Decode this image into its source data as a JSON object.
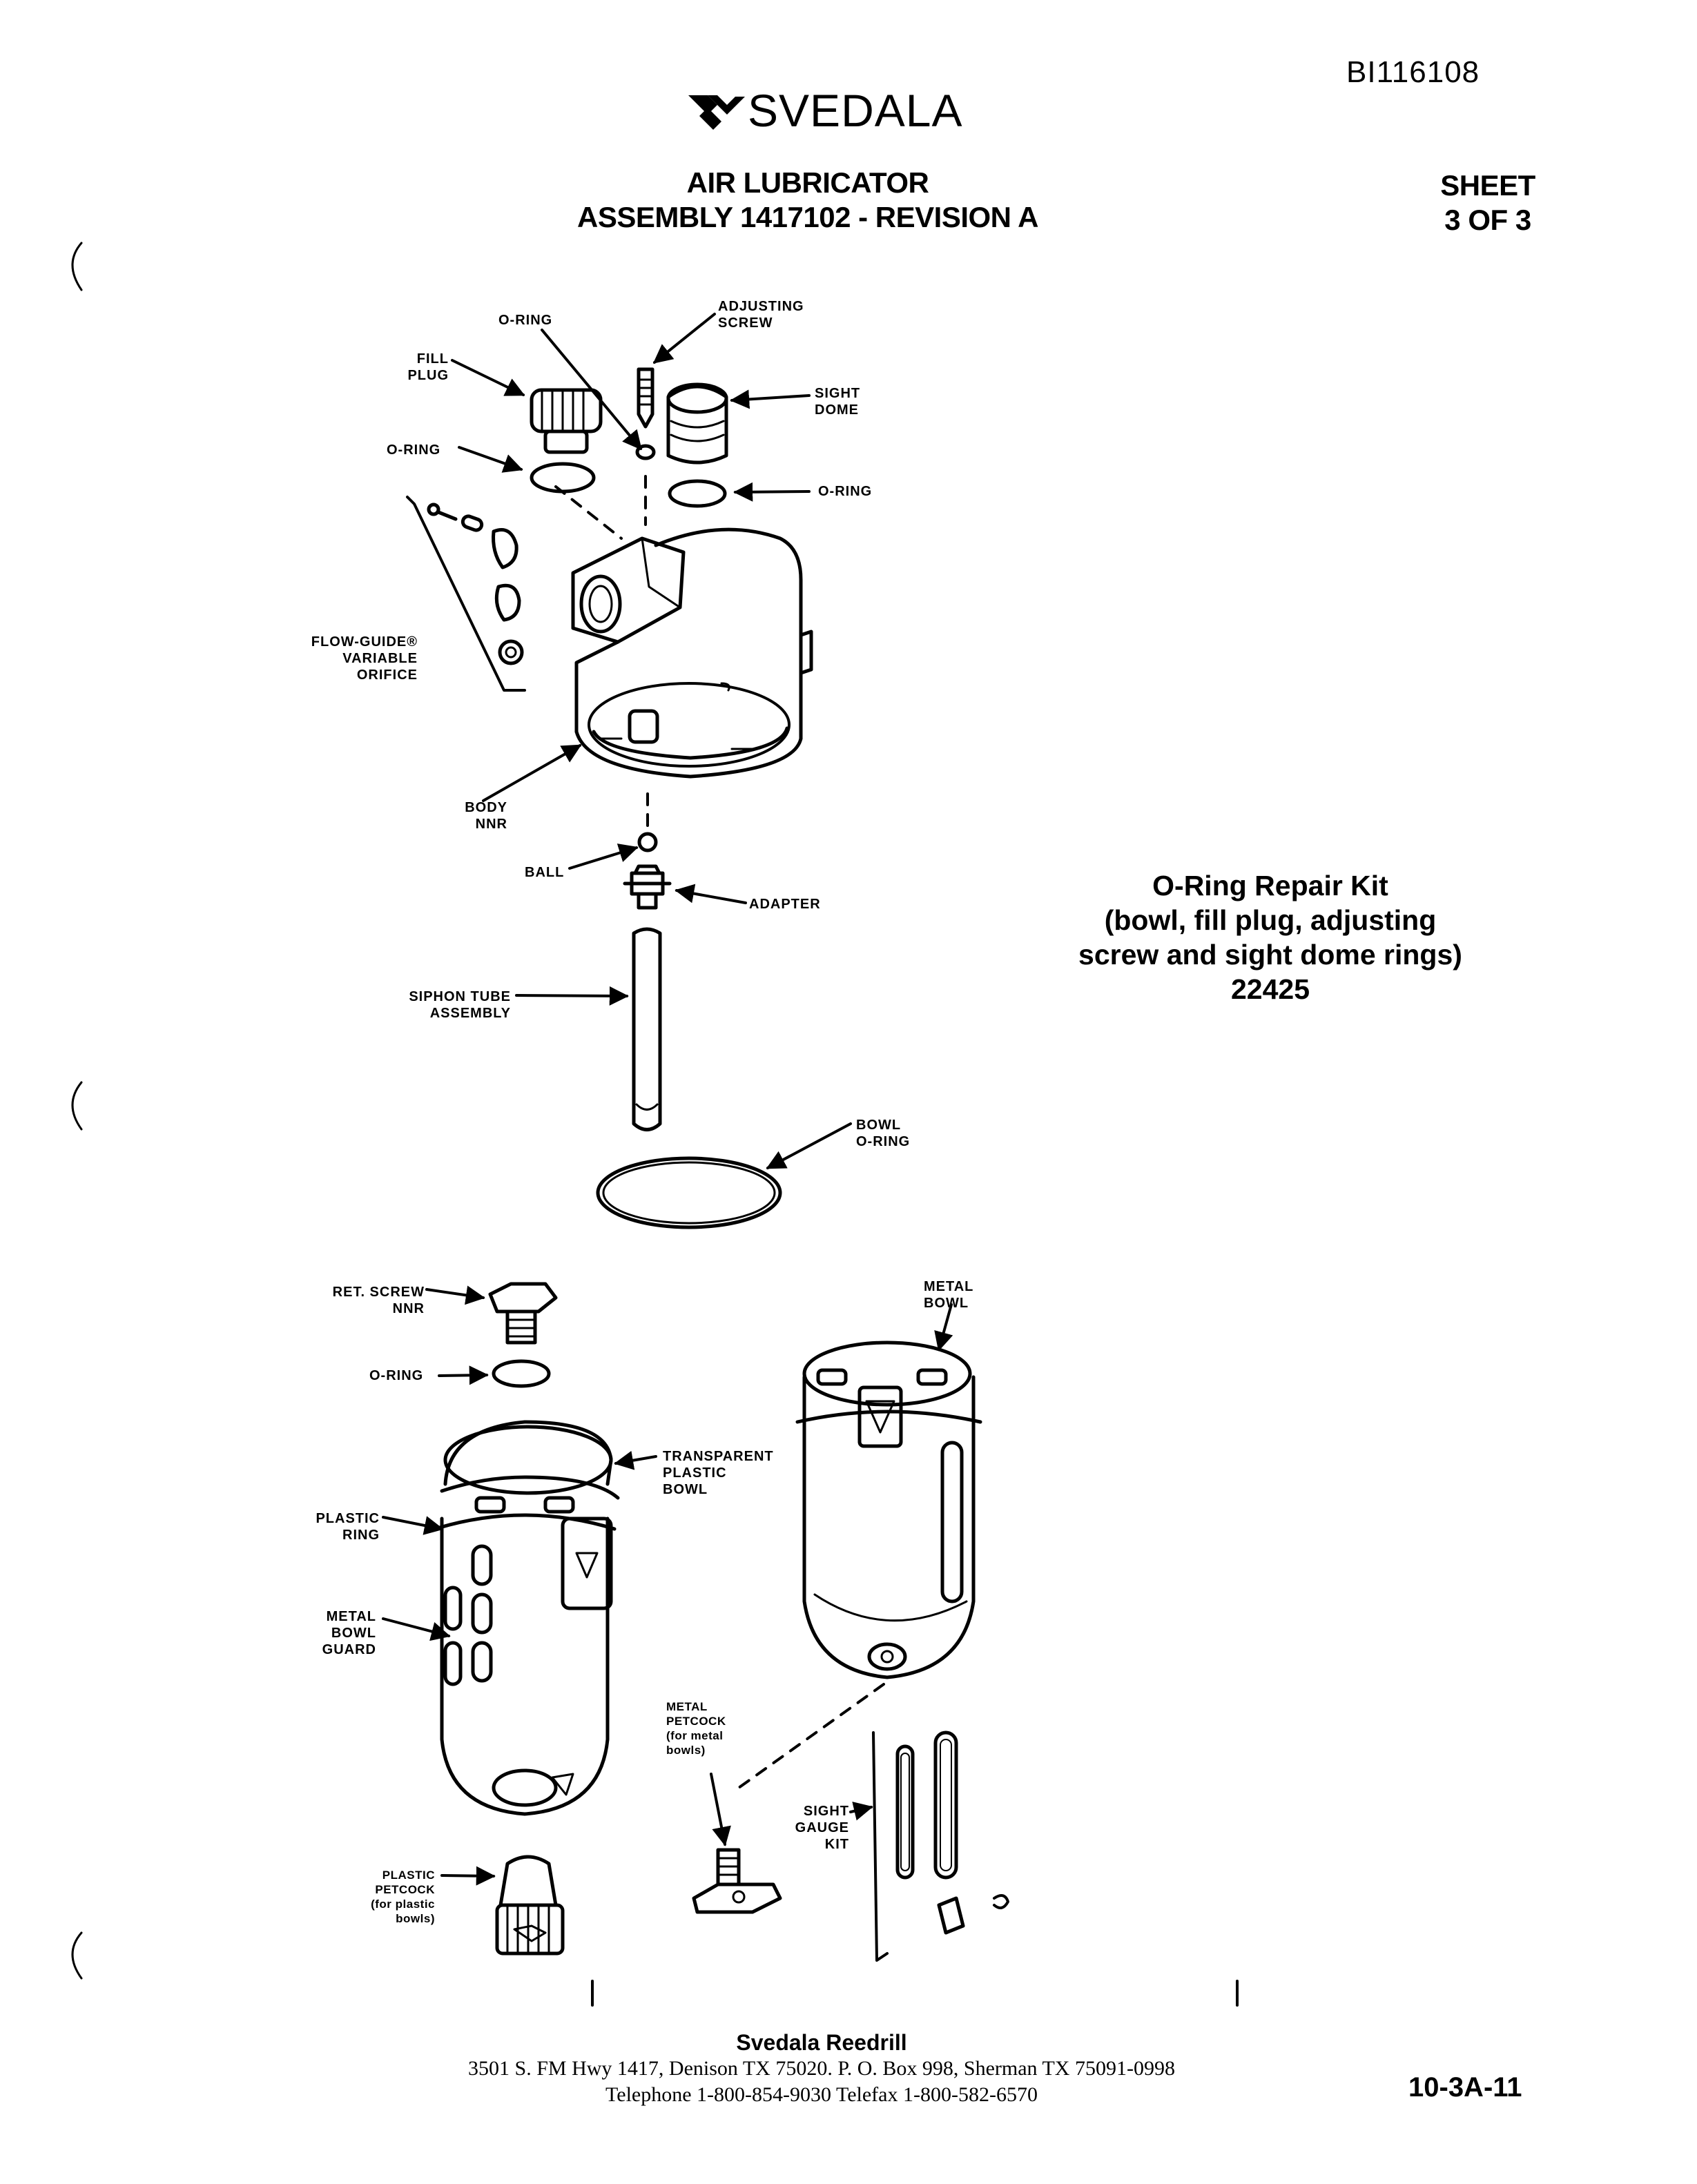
{
  "document_id": "BI116108",
  "brand": {
    "name": "SVEDALA"
  },
  "title": {
    "line1": "AIR LUBRICATOR",
    "line2": "ASSEMBLY 1417102 - REVISION A"
  },
  "sheet": {
    "line1": "SHEET",
    "line2": "3 OF 3"
  },
  "repair_kit": {
    "line1": "O-Ring Repair Kit",
    "line2": "(bowl, fill plug, adjusting",
    "line3": "screw and sight dome rings)",
    "part_number": "22425"
  },
  "labels": {
    "o_ring_top": [
      "O-RING"
    ],
    "adjusting_screw": [
      "ADJUSTING",
      "SCREW"
    ],
    "fill_plug": [
      "FILL",
      "PLUG"
    ],
    "sight_dome": [
      "SIGHT",
      "DOME"
    ],
    "o_ring_left": [
      "O-RING"
    ],
    "o_ring_right": [
      "O-RING"
    ],
    "flow_guide": [
      "FLOW-GUIDE®",
      "VARIABLE",
      "ORIFICE"
    ],
    "body": [
      "BODY",
      "NNR"
    ],
    "ball": [
      "BALL"
    ],
    "adapter": [
      "ADAPTER"
    ],
    "siphon_tube": [
      "SIPHON TUBE",
      "ASSEMBLY"
    ],
    "bowl_o_ring": [
      "BOWL",
      "O-RING"
    ],
    "ret_screw": [
      "RET. SCREW",
      "NNR"
    ],
    "o_ring_lower": [
      "O-RING"
    ],
    "metal_bowl": [
      "METAL",
      "BOWL"
    ],
    "transparent_bowl": [
      "TRANSPARENT",
      "PLASTIC",
      "BOWL"
    ],
    "plastic_ring": [
      "PLASTIC",
      "RING"
    ],
    "metal_bowl_guard": [
      "METAL",
      "BOWL",
      "GUARD"
    ],
    "metal_petcock": [
      "METAL",
      "PETCOCK",
      "(for metal",
      "bowls)"
    ],
    "sight_gauge_kit": [
      "SIGHT",
      "GAUGE",
      "KIT"
    ],
    "plastic_petcock": [
      "PLASTIC",
      "PETCOCK",
      "(for plastic",
      "bowls)"
    ]
  },
  "footer": {
    "company": "Svedala Reedrill",
    "address": "3501 S. FM Hwy 1417, Denison TX  75020.    P. O. Box 998, Sherman TX  75091-0998",
    "phone": "Telephone 1-800-854-9030 Telefax 1-800-582-6570"
  },
  "page_number": "10-3A-11"
}
